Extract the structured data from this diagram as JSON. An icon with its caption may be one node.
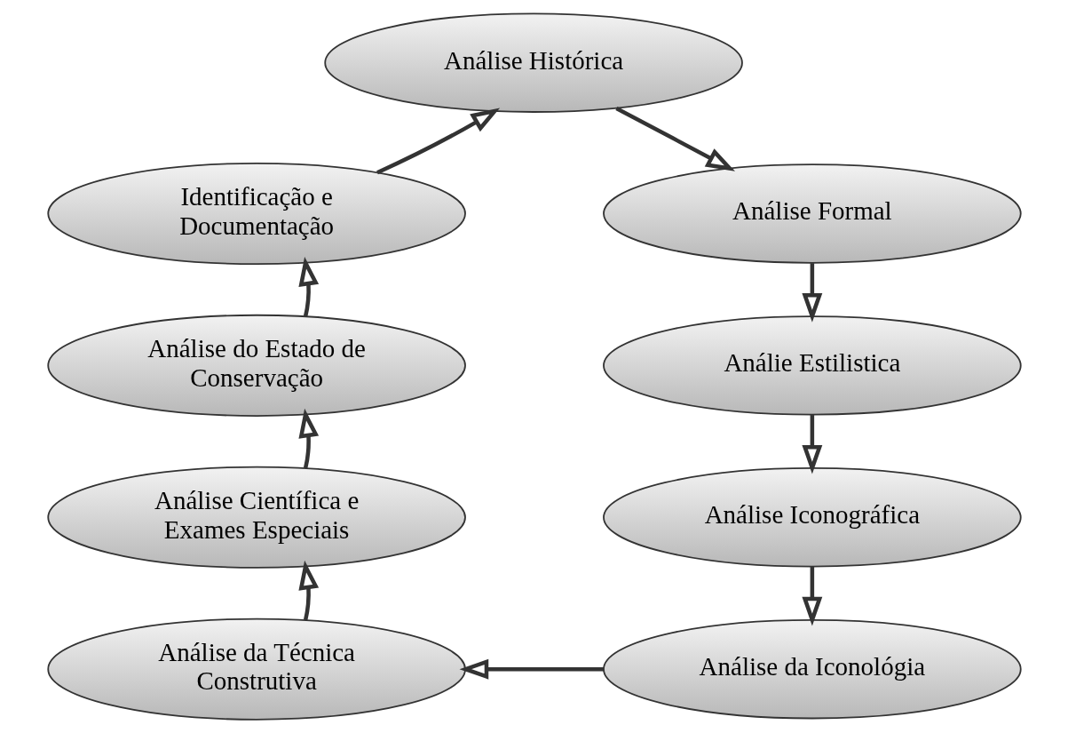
{
  "diagram": {
    "nodes": [
      {
        "text": [
          "Análise Histórica"
        ]
      },
      {
        "text": [
          "Identificação e Documentação"
        ]
      },
      {
        "text": [
          "Análise Formal"
        ]
      },
      {
        "text": [
          "Análise do Estado de Conservação"
        ]
      },
      {
        "text": [
          "Análie Estilistica"
        ]
      },
      {
        "text": [
          "Análise Científica e Exames Especiais"
        ]
      },
      {
        "text": [
          "Análise Iconográfica"
        ]
      },
      {
        "text": [
          "Análise da Técnica Construtiva"
        ]
      },
      {
        "text": [
          "Análise da Iconológia"
        ]
      }
    ],
    "edges": [
      {
        "from": 1,
        "to": 0,
        "arrow": "to"
      },
      {
        "from": 0,
        "to": 2,
        "arrow": "to"
      },
      {
        "from": 2,
        "to": 4,
        "arrow": "to"
      },
      {
        "from": 4,
        "to": 6,
        "arrow": "to"
      },
      {
        "from": 6,
        "to": 8,
        "arrow": "to"
      },
      {
        "from": 8,
        "to": 7,
        "arrow": "to"
      },
      {
        "from": 7,
        "to": 5,
        "arrow": "to"
      },
      {
        "from": 5,
        "to": 3,
        "arrow": "to"
      },
      {
        "from": 3,
        "to": 1,
        "arrow": "to"
      }
    ]
  }
}
